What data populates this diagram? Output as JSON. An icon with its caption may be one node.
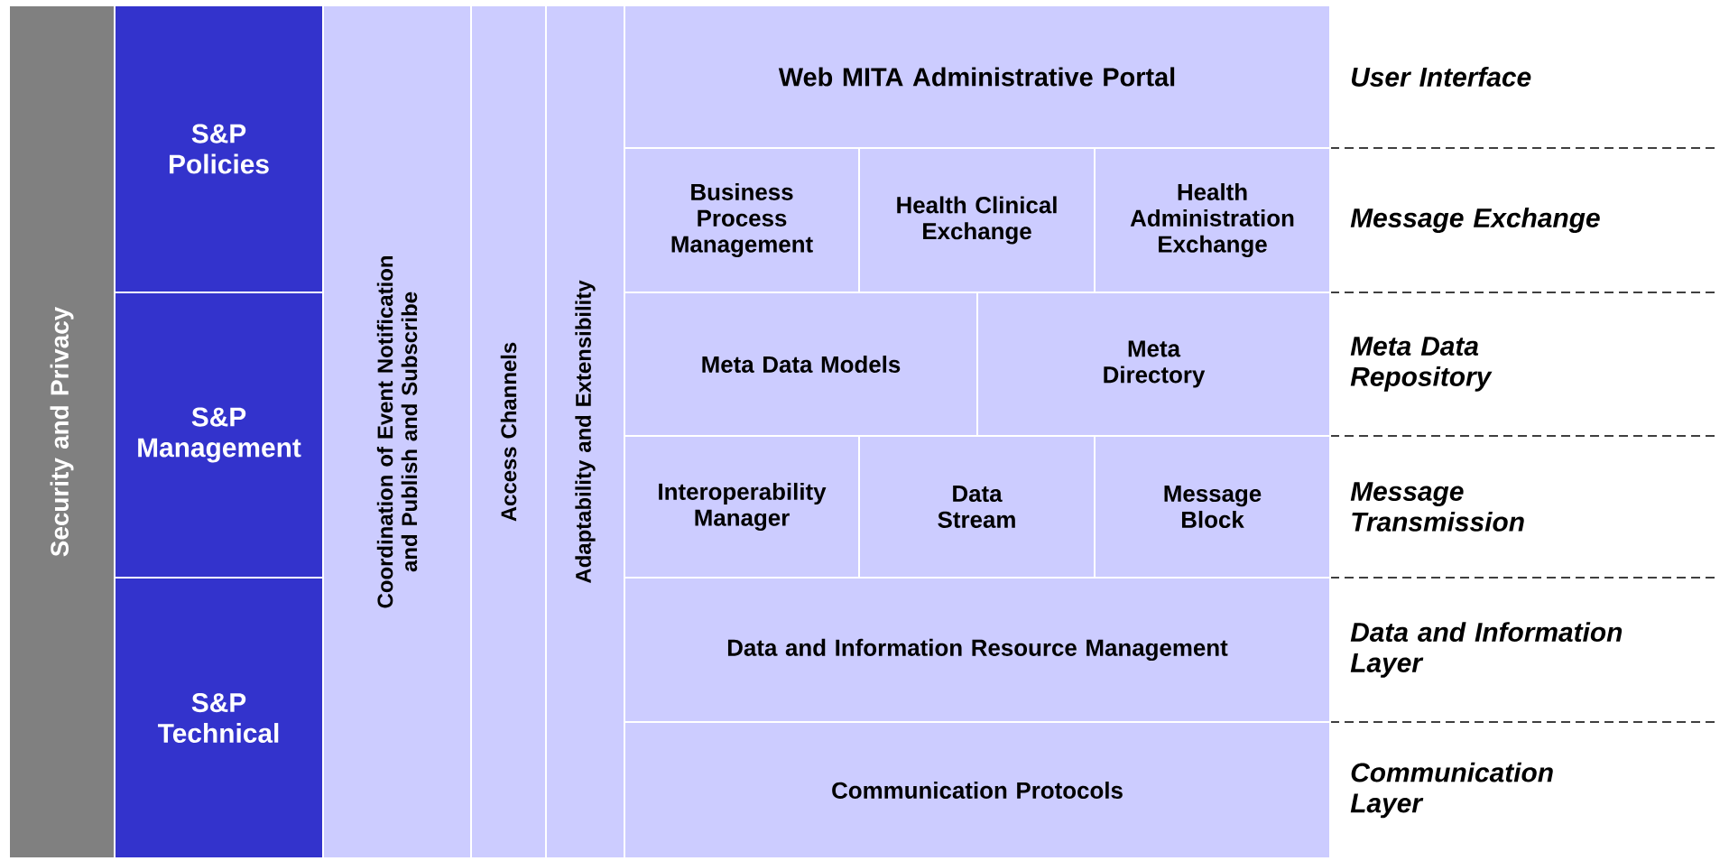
{
  "diagram": {
    "nodes": [
      {
        "text": [
          "Security and Privacy"
        ]
      },
      {
        "text": [
          "S&P Policies"
        ]
      },
      {
        "text": [
          "S&P Management"
        ]
      },
      {
        "text": [
          "S&P Technical"
        ]
      },
      {
        "text": [
          "Coordination of Event Notification and Publish and Subscribe"
        ]
      },
      {
        "text": [
          "Access Channels"
        ]
      },
      {
        "text": [
          "Adaptability and Extensibility"
        ]
      },
      {
        "text": [
          "Web MITA Administrative Portal"
        ]
      },
      {
        "text": [
          "Business Process Management"
        ]
      },
      {
        "text": [
          "Health Clinical Exchange"
        ]
      },
      {
        "text": [
          "Health Administration Exchange"
        ]
      },
      {
        "text": [
          "Meta Data Models"
        ]
      },
      {
        "text": [
          "Meta Directory"
        ]
      },
      {
        "text": [
          "Interoperability Manager"
        ]
      },
      {
        "text": [
          "Data Stream"
        ]
      },
      {
        "text": [
          "Message Block"
        ]
      },
      {
        "text": [
          "Data and Information Resource Management"
        ]
      },
      {
        "text": [
          "Communication Protocols"
        ]
      }
    ],
    "labels": [
      "User Interface",
      "Message Exchange",
      "Meta Data Repository",
      "Message Transmission",
      "Data and Information Layer",
      "Communication Layer"
    ]
  }
}
